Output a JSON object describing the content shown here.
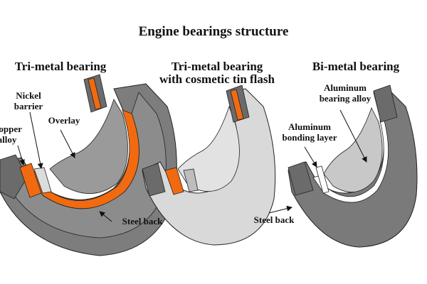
{
  "title": "Engine bearings structure",
  "colors": {
    "steel": "#7a7a7a",
    "steel_dark": "#5e5e5e",
    "copper": "#f26a10",
    "nickel": "#dcdcdc",
    "overlay": "#9a9a9a",
    "tin_flash": "#d9d9d9",
    "aluminum_alloy": "#c8c8c8",
    "aluminum_bond": "#ffffff"
  },
  "bearings": [
    {
      "heading": "Tri-metal bearing",
      "labels": {
        "nickel_barrier_1": "Nickel",
        "nickel_barrier_2": "barrier",
        "copper_alloy_1": "Copper",
        "copper_alloy_2": "alloy",
        "overlay": "Overlay",
        "steel_back": "Steel back"
      }
    },
    {
      "heading_1": "Tri-metal bearing",
      "heading_2": "with cosmetic tin flash"
    },
    {
      "heading": "Bi-metal bearing",
      "labels": {
        "aluminum_alloy_1": "Aluminum",
        "aluminum_alloy_2": "bearing alloy",
        "aluminum_bond_1": "Aluminum",
        "aluminum_bond_2": "bonding layer",
        "steel_back": "Steel back"
      }
    }
  ]
}
